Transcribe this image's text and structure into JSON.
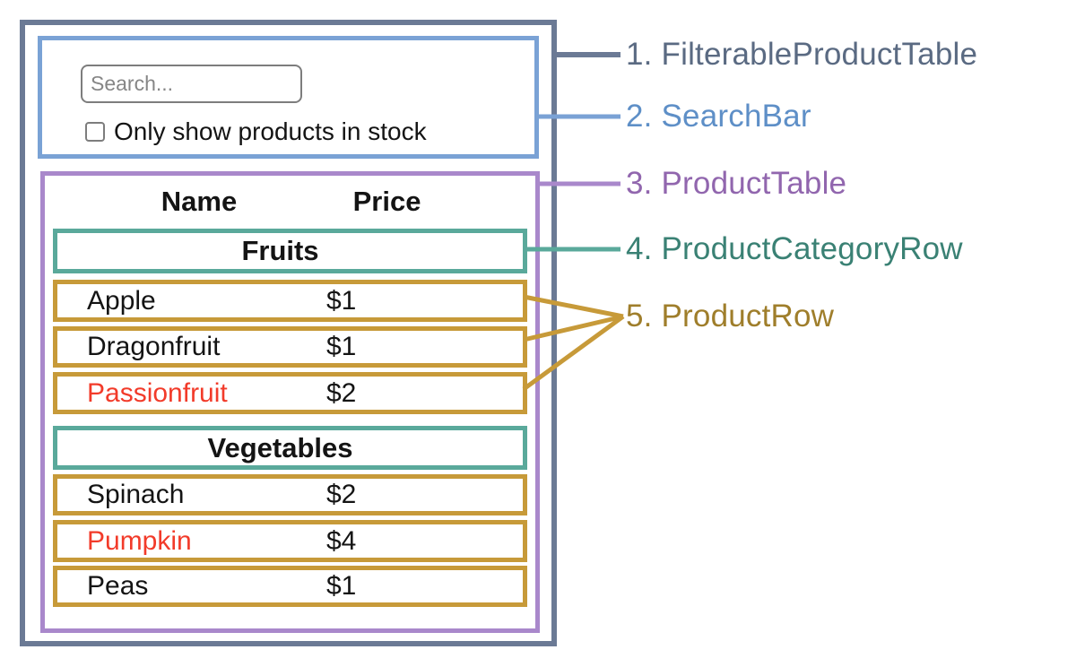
{
  "colors": {
    "slate": "#6b7a95",
    "blue": "#7aa2d5",
    "purple": "#a988cb",
    "teal": "#5aa99b",
    "gold": "#c79a39",
    "red": "#f23b2a",
    "graybd": "#7d7d7d",
    "placeholder": "#868686"
  },
  "search_bar": {
    "input_placeholder": "Search...",
    "checkbox_label": "Only show products in stock",
    "checkbox_checked": false
  },
  "product_table": {
    "headers": {
      "name": "Name",
      "price": "Price"
    },
    "sections": [
      {
        "category": "Fruits",
        "rows": [
          {
            "name": "Apple",
            "price": "$1",
            "name_color": "#141414"
          },
          {
            "name": "Dragonfruit",
            "price": "$1",
            "name_color": "#141414"
          },
          {
            "name": "Passionfruit",
            "price": "$2",
            "name_color": "#f23b2a"
          }
        ]
      },
      {
        "category": "Vegetables",
        "rows": [
          {
            "name": "Spinach",
            "price": "$2",
            "name_color": "#141414"
          },
          {
            "name": "Pumpkin",
            "price": "$4",
            "name_color": "#f23b2a"
          },
          {
            "name": "Peas",
            "price": "$1",
            "name_color": "#141414"
          }
        ]
      }
    ]
  },
  "legend": {
    "items": [
      {
        "text": "1. FilterableProductTable",
        "color": "#5a6a82"
      },
      {
        "text": "2. SearchBar",
        "color": "#5e8fc7"
      },
      {
        "text": "3. ProductTable",
        "color": "#9166ae"
      },
      {
        "text": "4. ProductCategoryRow",
        "color": "#3a8174"
      },
      {
        "text": "5. ProductRow",
        "color": "#9f7e2b"
      }
    ]
  }
}
